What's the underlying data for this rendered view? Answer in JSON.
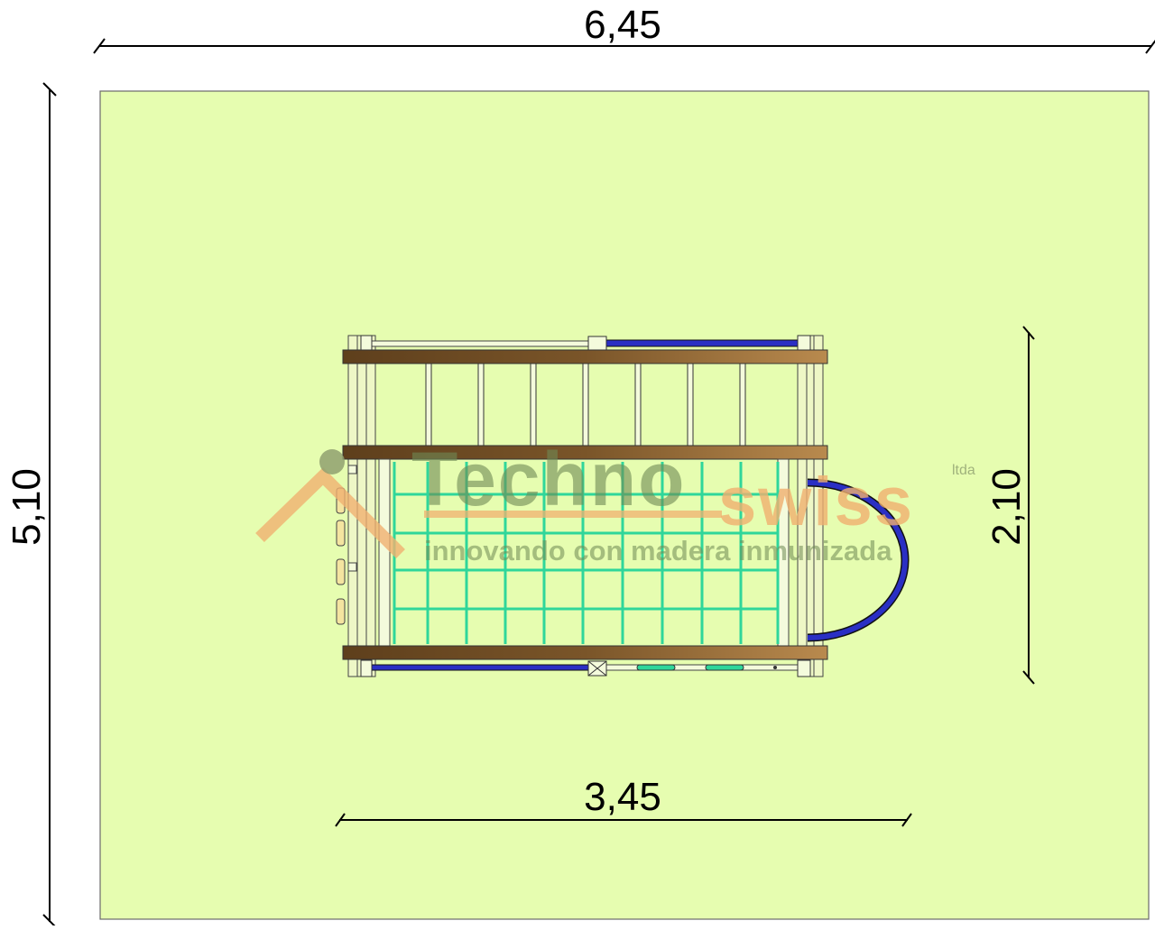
{
  "dimensions": {
    "overall_width": "6,45",
    "overall_depth": "5,10",
    "structure_width": "3,45",
    "structure_depth": "2,10"
  },
  "watermark": {
    "brand_left": "Techno",
    "brand_right": "swiss",
    "suffix": "ltda",
    "tagline": "innovando con madera inmunizada"
  },
  "colors": {
    "ground": "#e6fdb0",
    "wood_dark": "#6b4a22",
    "wood_light": "#b8874a",
    "net": "#2fd69a",
    "slide": "#2a2fc4",
    "watermark": "#f0b070"
  }
}
